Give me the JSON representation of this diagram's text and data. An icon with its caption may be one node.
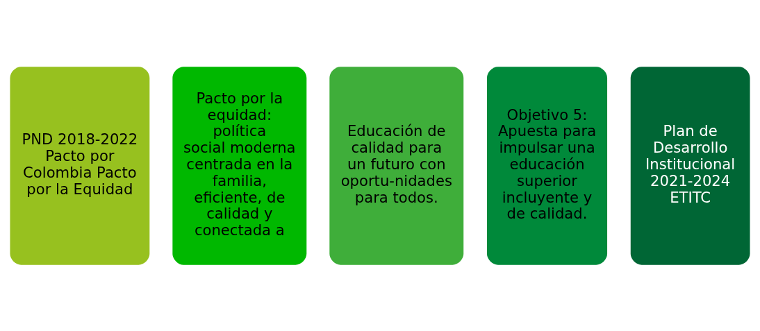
{
  "diagram": {
    "nodes": [
      {
        "text": [
          "PND 2018-2022 Pacto por Colombia Pacto por la Equidad"
        ]
      },
      {
        "text": [
          "Pacto por la equidad: política social moderna centrada en la familia, eficiente, de calidad y conectada a"
        ]
      },
      {
        "text": [
          "Educación de calidad para un futuro con oportu-nidades para todos."
        ]
      },
      {
        "text": [
          "Objetivo 5: Apuesta para impulsar una educación superior incluyente y de calidad."
        ]
      },
      {
        "text": [
          "Plan de Desarrollo Institucional 2021-2024 ETITC"
        ]
      }
    ],
    "edges": []
  }
}
